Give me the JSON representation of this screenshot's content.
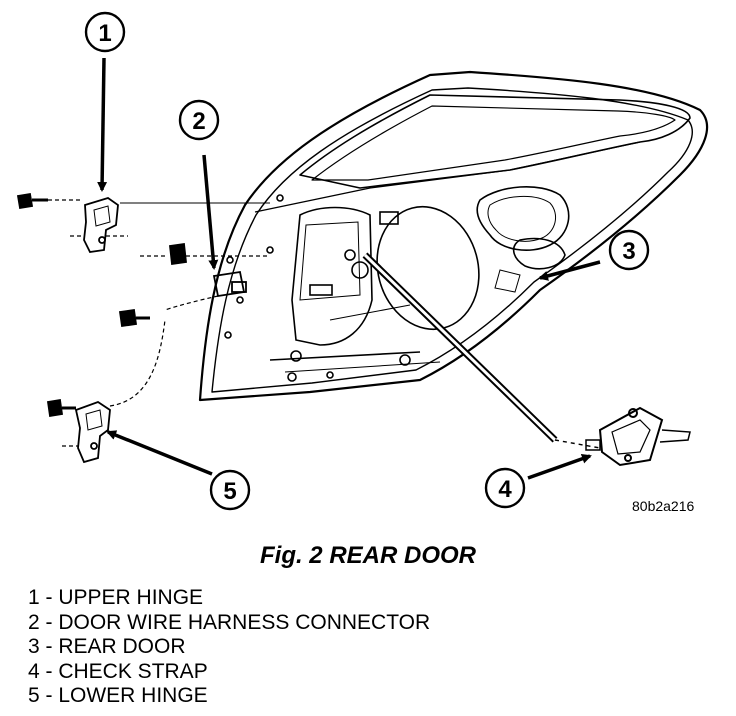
{
  "callouts": {
    "c1": "1",
    "c2": "2",
    "c3": "3",
    "c4": "4",
    "c5": "5"
  },
  "reference_code": "80b2a216",
  "caption": "Fig. 2 REAR DOOR",
  "legend": [
    "1 - UPPER HINGE",
    "2 - DOOR WIRE HARNESS CONNECTOR",
    "3 - REAR DOOR",
    "4 - CHECK STRAP",
    "5 - LOWER HINGE"
  ]
}
